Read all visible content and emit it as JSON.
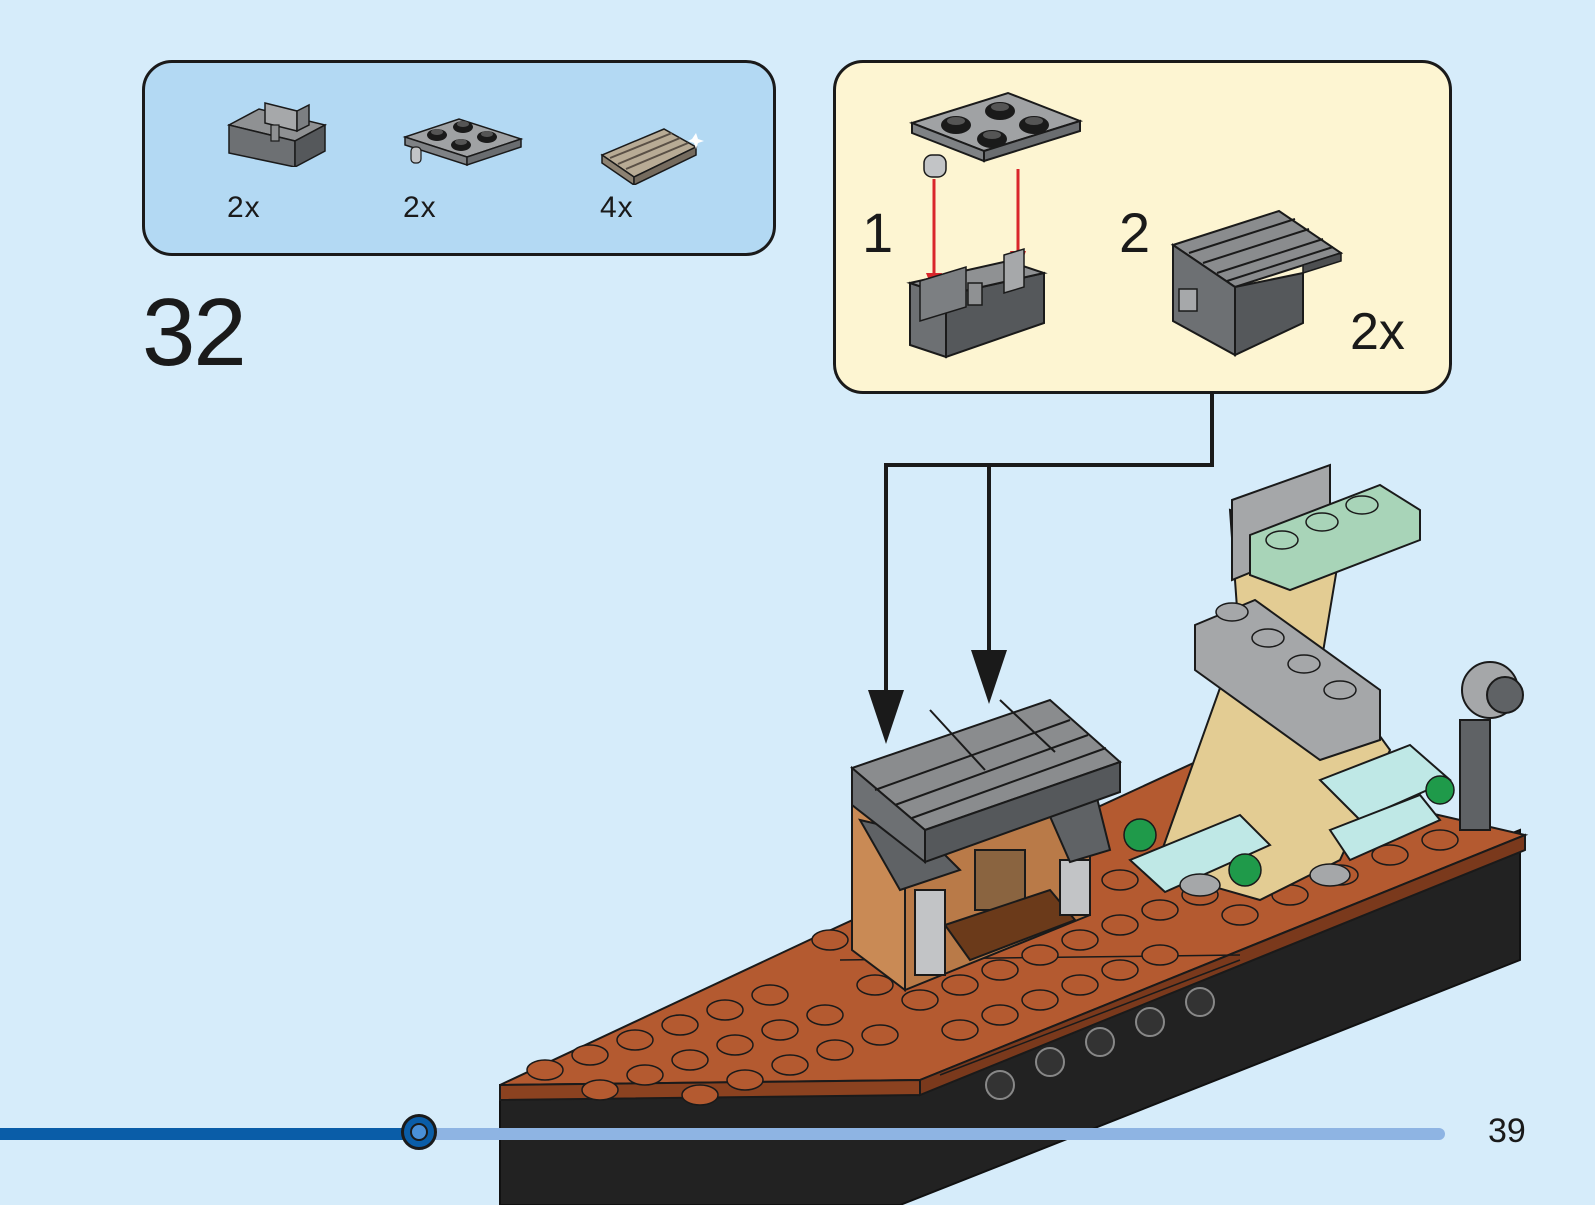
{
  "parts_list": {
    "items": [
      {
        "icon": "hinge-brick-icon",
        "quantity": "2x"
      },
      {
        "icon": "hinge-plate-icon",
        "quantity": "2x"
      },
      {
        "icon": "grille-tile-icon",
        "quantity": "4x"
      }
    ]
  },
  "step": {
    "number": "32"
  },
  "sub_assembly": {
    "steps": [
      {
        "number": "1"
      },
      {
        "number": "2"
      }
    ],
    "multiplier": "2x"
  },
  "progress": {
    "fraction": 0.29
  },
  "page": {
    "number": "39"
  },
  "colors": {
    "background": "#d6ecfa",
    "parts_box": "#b3d9f3",
    "sub_box": "#fdf5d2",
    "progress_fill": "#0a5da8",
    "progress_track": "#8eb4e3",
    "arrow_red": "#d9262b",
    "brown": "#b45a30",
    "tan": "#e3cc93",
    "dark_gray": "#5f6265",
    "light_gray": "#a5a7a9"
  }
}
